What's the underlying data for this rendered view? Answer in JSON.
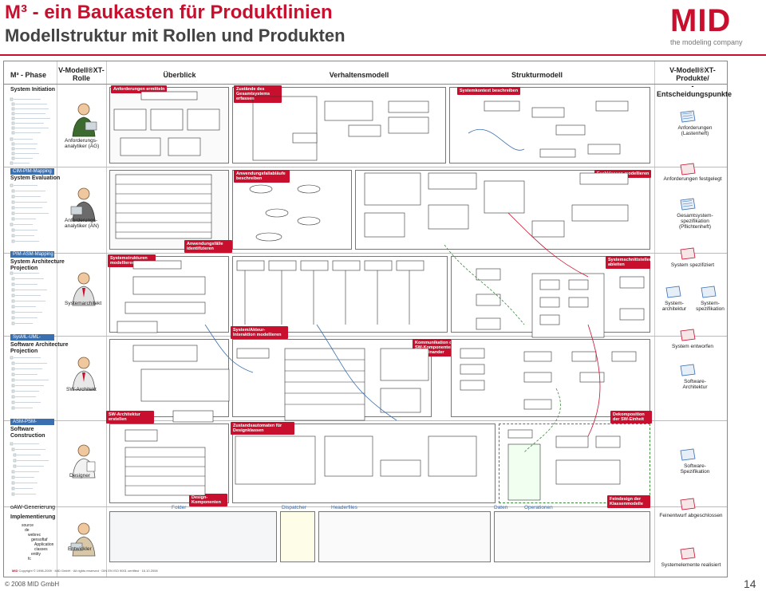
{
  "header": {
    "title_line1": "M³ - ein Baukasten für Produktlinien",
    "title_line2": "Modellstruktur mit Rollen und Produkten",
    "logo_text": "MID",
    "logo_tagline": "the modeling company",
    "accent_color": "#c8102e"
  },
  "columns": {
    "phase": "M³ - Phase",
    "rolle_line1": "V-Modell®XT-",
    "rolle_line2": "Rolle",
    "ueberblick": "Überblick",
    "verhaltensmodell": "Verhaltensmodell",
    "strukturmodell": "Strukturmodell",
    "produkte_line1": "V-Modell®XT-Produkte/",
    "produkte_line2": "-Entscheidungspunkte"
  },
  "phases": [
    {
      "mapping": "",
      "title": "System Initiation",
      "role": "Anforderungs-\nanalytiker (AG)"
    },
    {
      "mapping": "CIM-PIM-Mapping",
      "title": "System Evaluation",
      "role": "Anforderungs-\nanalytiker (AN)"
    },
    {
      "mapping": "PIM-ASM-Mapping",
      "title": "System Architecture\nProjection",
      "role": "Systemarchitekt"
    },
    {
      "mapping": "SysML-UML-Mapping",
      "title": "Software Architecture\nProjection",
      "role": "SW-Architekt"
    },
    {
      "mapping": "ASM-PSM-Mapping",
      "title": "Software\nConstruction",
      "role": "Designer"
    },
    {
      "mapping": "oAW-Generierung",
      "title": "Implementierung",
      "role": "Entwickler"
    }
  ],
  "implementierung_tree": [
    "source",
    "de",
    "webrec",
    "gensoftaf",
    "Application",
    "classes",
    "entity",
    "fc"
  ],
  "activities": [
    "Anforderungen ermitteln",
    "Zustände des Gesamtsystems erfassen",
    "Systemkontext beschreiben",
    "Anwendungsfallabläufe beschreiben",
    "Fachklassen modellieren",
    "Anwendungsfälle identifizieren",
    "Systemstrukturen modellieren",
    "Systemschnittstellen ableiten",
    "System/Akteur-Interaktion modellieren",
    "Kommunikation der SW-Komponenten untereinander",
    "SW-Architektur erstellen",
    "Dekomposition der SW-Einheit",
    "Zustandsautomaten für Designklassen",
    "Design-Komponenten",
    "Feindesign der Klassenmodelle"
  ],
  "products": [
    "Anforderungen\n(Lastenheft)",
    "Anforderungen festgelegt",
    "Gesamtsystem-\nspezifikation\n(Pflichtenheft)",
    "System spezifiziert",
    "System-\narchitektur",
    "System-\nspezifikation",
    "System entworfen",
    "Software-\nArchitektur",
    "Software-\nSpezifikation",
    "Feinentwurf abgeschlossen",
    "Systemelemente realisiert"
  ],
  "code_tabs": [
    "Folder",
    "Dispatcher",
    "Headerfiles",
    "Daten",
    "Operationen"
  ],
  "frame_copyright": "Copyright © 1998-2009 · MID GmbH · All rights reserved · DIN EN ISO 9001 certified · 16.10.2008",
  "frame_copyright_brand": "MID",
  "footer": {
    "copyright": "© 2008 MID GmbH",
    "page_number": "14"
  },
  "icon_names": [
    "mid-logo",
    "person-icon",
    "document-stack-icon",
    "milestone-flag-icon"
  ]
}
